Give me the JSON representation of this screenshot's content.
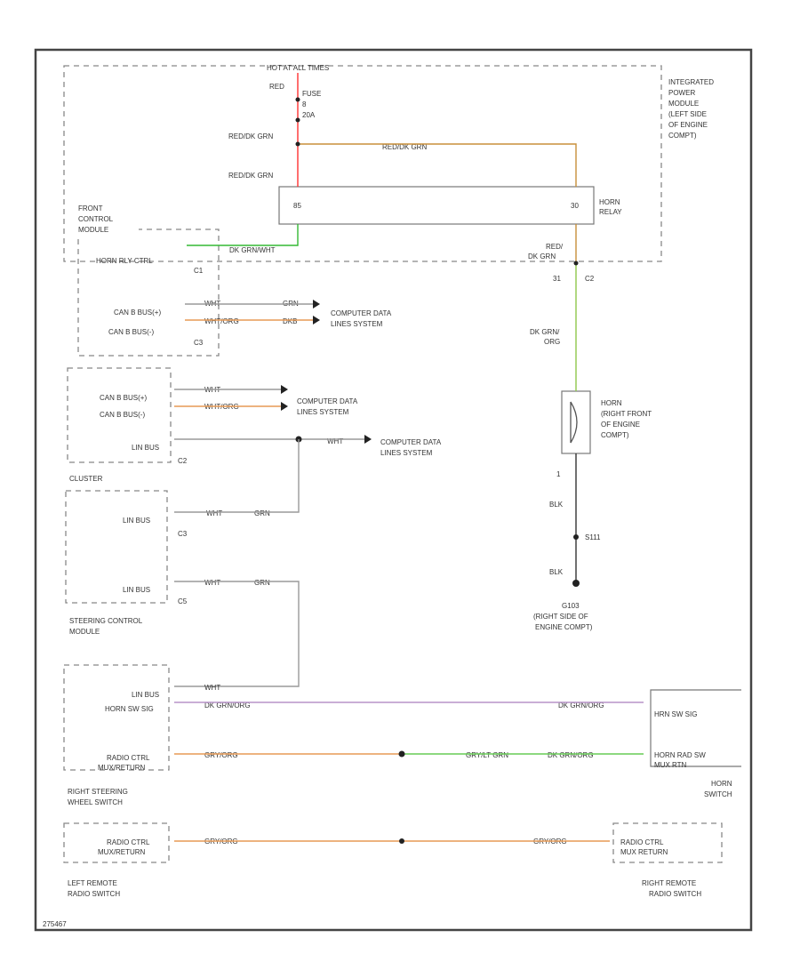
{
  "colors": {
    "white": "#9a9a9a",
    "red": "#ff3030",
    "red_grn": "#c88f3a",
    "dk_grn": "#33b833",
    "orange": "#e79a55",
    "violet": "#b794c8",
    "lt_grn": "#8ec84a",
    "green": "#66cc55",
    "black": "#333333"
  },
  "ipm": {
    "hot": "HOT AT ALL TIMES",
    "red": "RED",
    "fuse": [
      "FUSE",
      "8",
      "20A"
    ],
    "redgrn1": "RED/DK GRN",
    "redgrn2": "RED/DK GRN",
    "redgrn3": "RED/DK GRN",
    "name": [
      "INTEGRATED",
      "POWER",
      "MODULE",
      "(LEFT SIDE",
      "OF ENGINE",
      "COMPT)"
    ],
    "pin_left": "85",
    "pin_right": "30",
    "relay": [
      "HORN",
      "RELAY"
    ],
    "out_wire": [
      "RED/",
      "DK GRN"
    ],
    "out_pin": "31",
    "out_conn": "C2"
  },
  "fcm": {
    "name": [
      "FRONT",
      "CONTROL",
      "MODULE"
    ],
    "horn_ctrl": "HORN RLY CTRL",
    "conn1": "C1",
    "dkgrn": "DK GRN/WHT",
    "can_plus": "CAN B BUS(+)",
    "can_minus": "CAN B BUS(-)",
    "conn3": "C3",
    "wht": "WHT",
    "grn": "GRN",
    "wht_org": "WHT/ORG",
    "dkb": "DKB",
    "lines": [
      "COMPUTER DATA",
      "LINES SYSTEM"
    ]
  },
  "cluster": {
    "name": "CLUSTER",
    "can_plus": "CAN B BUS(+)",
    "can_minus": "CAN B BUS(-)",
    "lin": "LIN BUS",
    "conn": "C2",
    "wht": "WHT",
    "wht_org": "WHT/ORG",
    "wht2": "WHT",
    "lines1": [
      "COMPUTER DATA",
      "LINES SYSTEM"
    ],
    "lines2": [
      "COMPUTER DATA",
      "LINES SYSTEM"
    ]
  },
  "scm": {
    "lin1": "LIN BUS",
    "conn1": "C3",
    "lin2": "LIN BUS",
    "conn2": "C5",
    "wht": "WHT",
    "grn": "GRN",
    "wht2": "WHT",
    "grn2": "GRN",
    "name": [
      "STEERING CONTROL",
      "MODULE"
    ]
  },
  "horn": {
    "wire": [
      "DK GRN/",
      "ORG"
    ],
    "name": [
      "HORN",
      "(RIGHT FRONT",
      "OF ENGINE",
      "COMPT)"
    ],
    "pin": "1",
    "blk1": "BLK",
    "splice": "S111",
    "blk2": "BLK",
    "ground": [
      "G103",
      "(RIGHT SIDE OF",
      "ENGINE COMPT)"
    ]
  },
  "rsw": {
    "lin": "LIN BUS",
    "horn_sig": "HORN SW SIG",
    "radio": [
      "RADIO CTRL",
      "MUX/RETURN"
    ],
    "wht": "WHT",
    "dkgrn_org": "DK GRN/ORG",
    "dkgrn_org2": "DK GRN/ORG",
    "gry_org": "GRY/ORG",
    "gry_ltgrn": "GRY/LT GRN",
    "dkgrn_org3": "DK GRN/ORG",
    "name": [
      "RIGHT STEERING",
      "WHEEL SWITCH"
    ]
  },
  "hsw": {
    "sig": "HRN SW SIG",
    "return": [
      "HORN RAD SW",
      "MUX RTN"
    ],
    "name": [
      "HORN",
      "SWITCH"
    ]
  },
  "lrsw": {
    "radio": [
      "RADIO CTRL",
      "MUX/RETURN"
    ],
    "gry_org": "GRY/ORG",
    "gry_org2": "GRY/ORG",
    "name": [
      "LEFT REMOTE",
      "RADIO SWITCH"
    ]
  },
  "rrsw": {
    "radio": [
      "RADIO CTRL",
      "MUX RETURN"
    ],
    "name": [
      "RIGHT REMOTE",
      "RADIO SWITCH"
    ]
  },
  "fig_id": "275467"
}
